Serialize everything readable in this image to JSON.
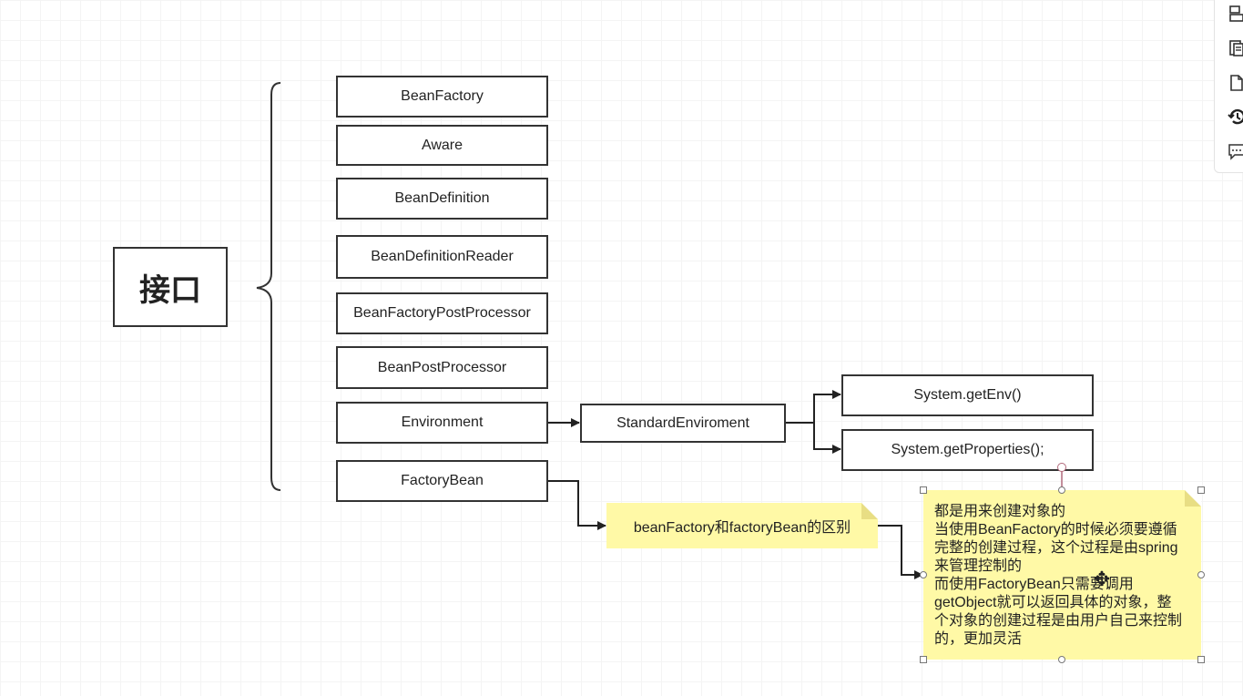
{
  "root": {
    "label": "接口"
  },
  "interfaces": [
    "BeanFactory",
    "Aware",
    "BeanDefinition",
    "BeanDefinitionReader",
    "BeanFactoryPostProcessor",
    "BeanPostProcessor",
    "Environment",
    "FactoryBean"
  ],
  "environment_impl": "StandardEnviroment",
  "env_methods": [
    "System.getEnv()",
    "System.getProperties();"
  ],
  "notes": {
    "difference": "beanFactory和factoryBean的区别",
    "explanation": [
      "都是用来创建对象的",
      "当使用BeanFactory的时候必须要遵循",
      "完整的创建过程，这个过程是由spring",
      "来管理控制的",
      "而使用FactoryBean只需要调用",
      "getObject就可以返回具体的对象，整",
      "个对象的创建过程是由用户自己来控制",
      "的，更加灵活"
    ]
  },
  "colors": {
    "note_fill": "#fff9a6",
    "border": "#333333"
  },
  "toolbar_icons": [
    "layout-icon",
    "copy-icon",
    "page-icon",
    "history-icon",
    "comment-icon"
  ]
}
